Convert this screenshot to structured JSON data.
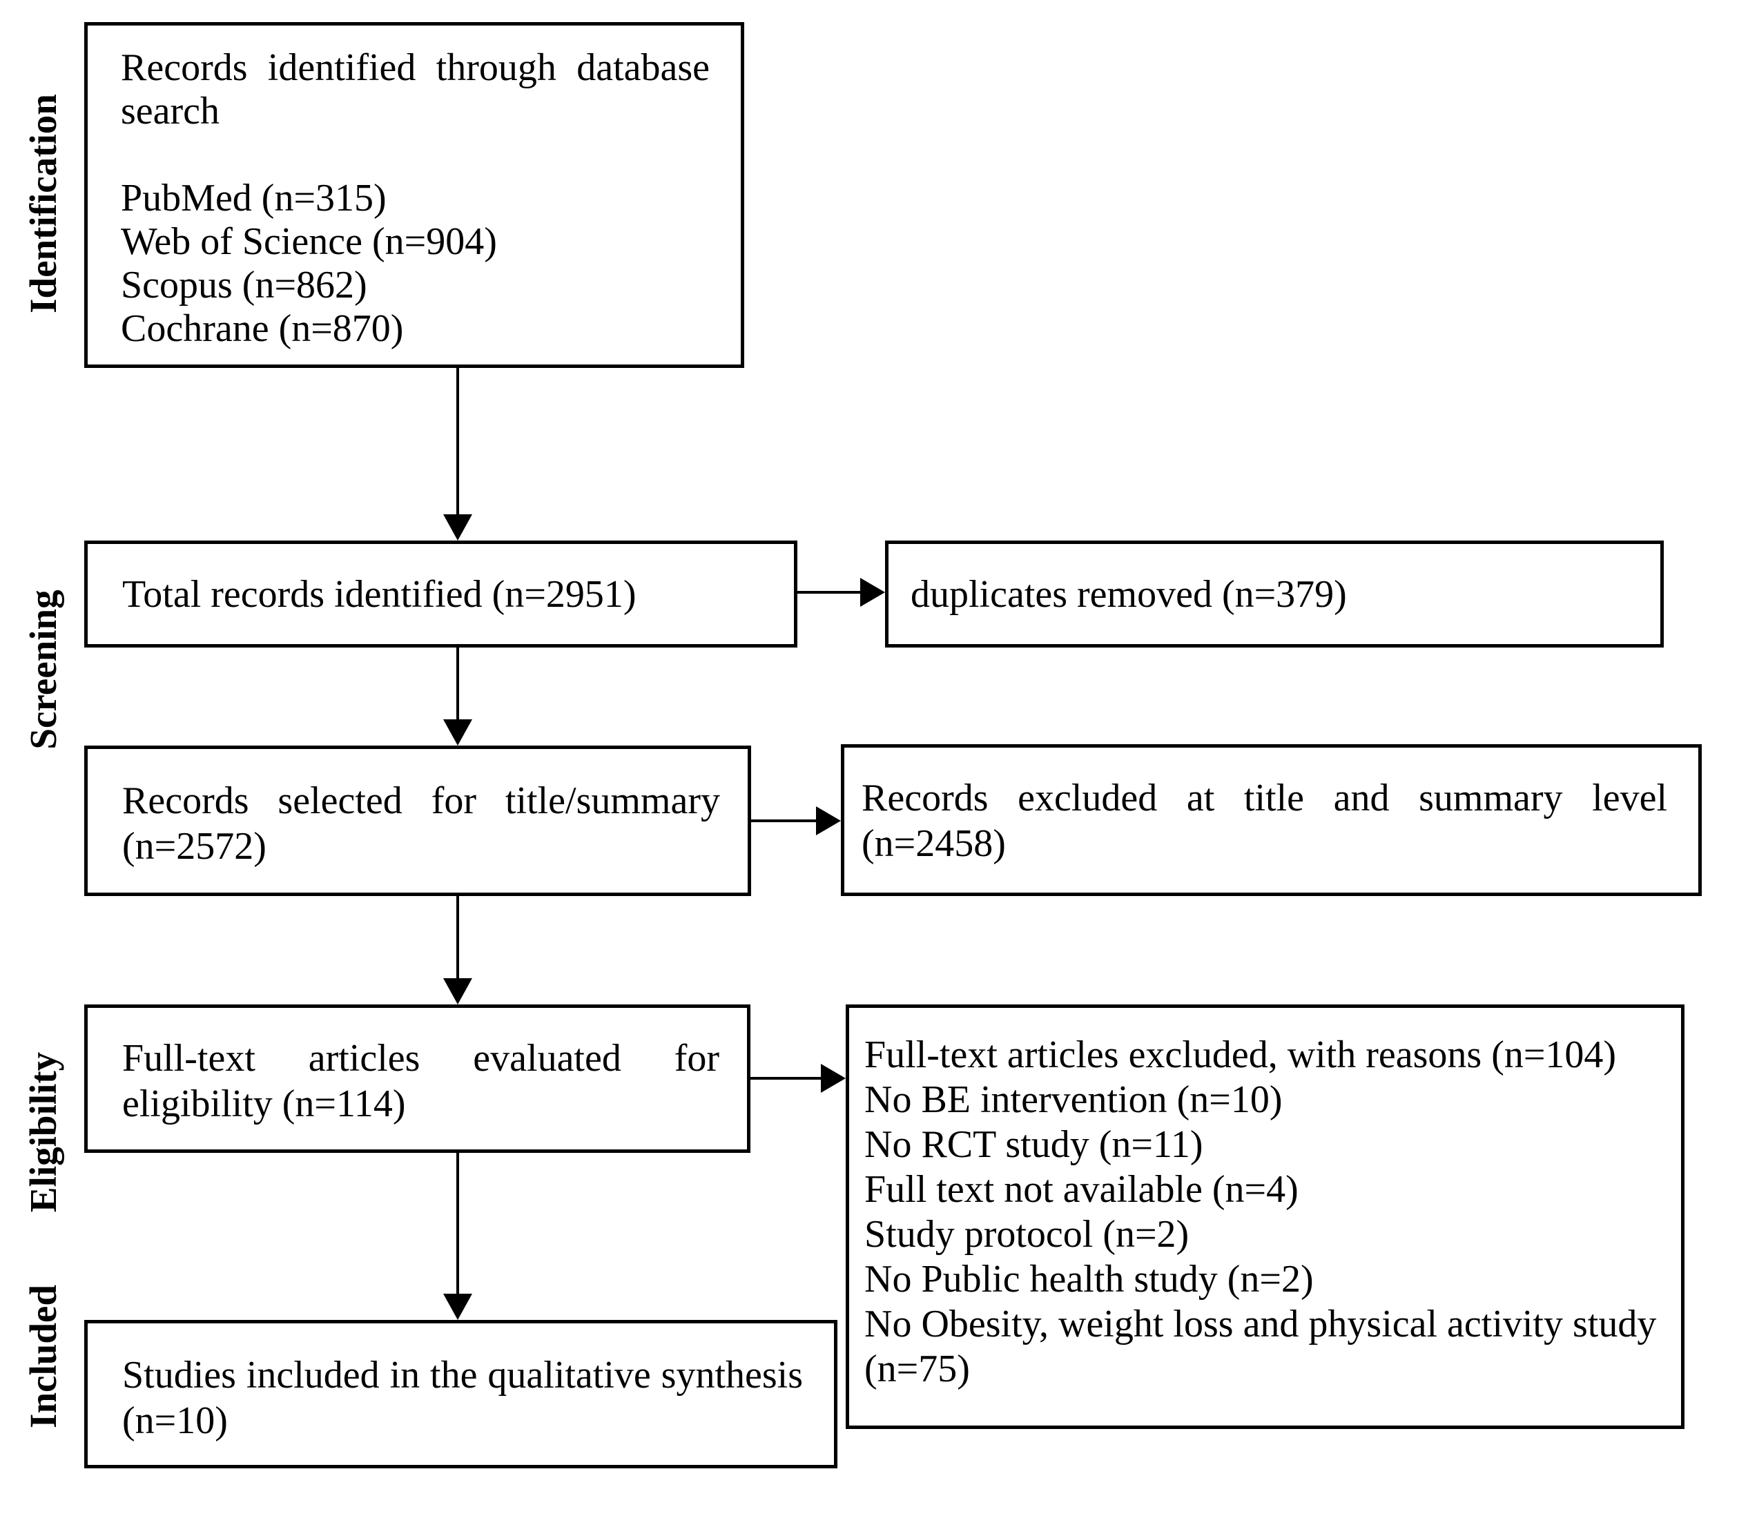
{
  "diagram": {
    "stage_labels": [
      "Identification",
      "Screening",
      "Eligibility",
      "Included"
    ],
    "boxes": {
      "identification": {
        "title": "Records identified through database search",
        "sources": [
          "PubMed (n=315)",
          "Web of Science (n=904)",
          "Scopus (n=862)",
          "Cochrane (n=870)"
        ]
      },
      "total_records": {
        "text": "Total records identified (n=2951)"
      },
      "duplicates_removed": {
        "text": "duplicates removed (n=379)"
      },
      "records_selected": {
        "text": "Records selected for title/summary (n=2572)"
      },
      "records_excluded": {
        "text": "Records excluded at title and summary level (n=2458)"
      },
      "fulltext_evaluated": {
        "text": "Full-text articles evaluated for eligibility (n=114)"
      },
      "fulltext_excluded": {
        "title": "Full-text articles excluded, with reasons (n=104)",
        "reasons": [
          "No BE intervention (n=10)",
          "No RCT study (n=11)",
          "Full text not available (n=4)",
          "Study protocol (n=2)",
          "No Public health study (n=2)",
          "No Obesity, weight loss and physical activity study (n=75)"
        ]
      },
      "studies_included": {
        "text": "Studies included in the qualitative synthesis (n=10)"
      }
    },
    "colors": {
      "line": "#000000",
      "background": "#ffffff"
    }
  }
}
